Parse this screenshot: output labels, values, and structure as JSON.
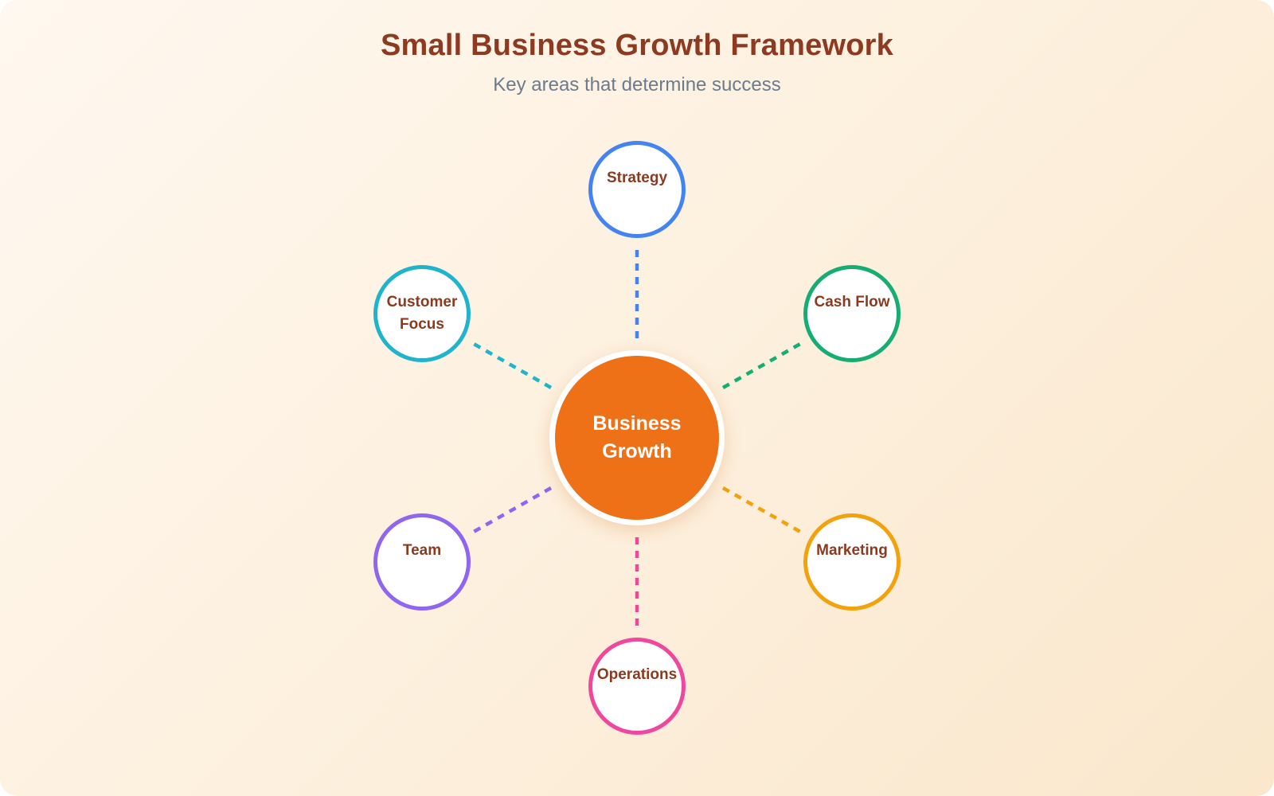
{
  "header": {
    "title": "Small Business Growth Framework",
    "subtitle": "Key areas that determine success"
  },
  "hub": {
    "label": "Business Growth",
    "color": "#ee7118"
  },
  "nodes": [
    {
      "id": "strategy",
      "label": "Strategy",
      "color": "#4483f2"
    },
    {
      "id": "cash-flow",
      "label": "Cash Flow",
      "color": "#16ad72"
    },
    {
      "id": "marketing",
      "label": "Marketing",
      "color": "#f2a20d"
    },
    {
      "id": "operations",
      "label": "Operations",
      "color": "#f0479d"
    },
    {
      "id": "team",
      "label": "Team",
      "color": "#9065f0"
    },
    {
      "id": "customer-focus",
      "label": "Customer Focus",
      "color": "#20b3cc"
    }
  ]
}
